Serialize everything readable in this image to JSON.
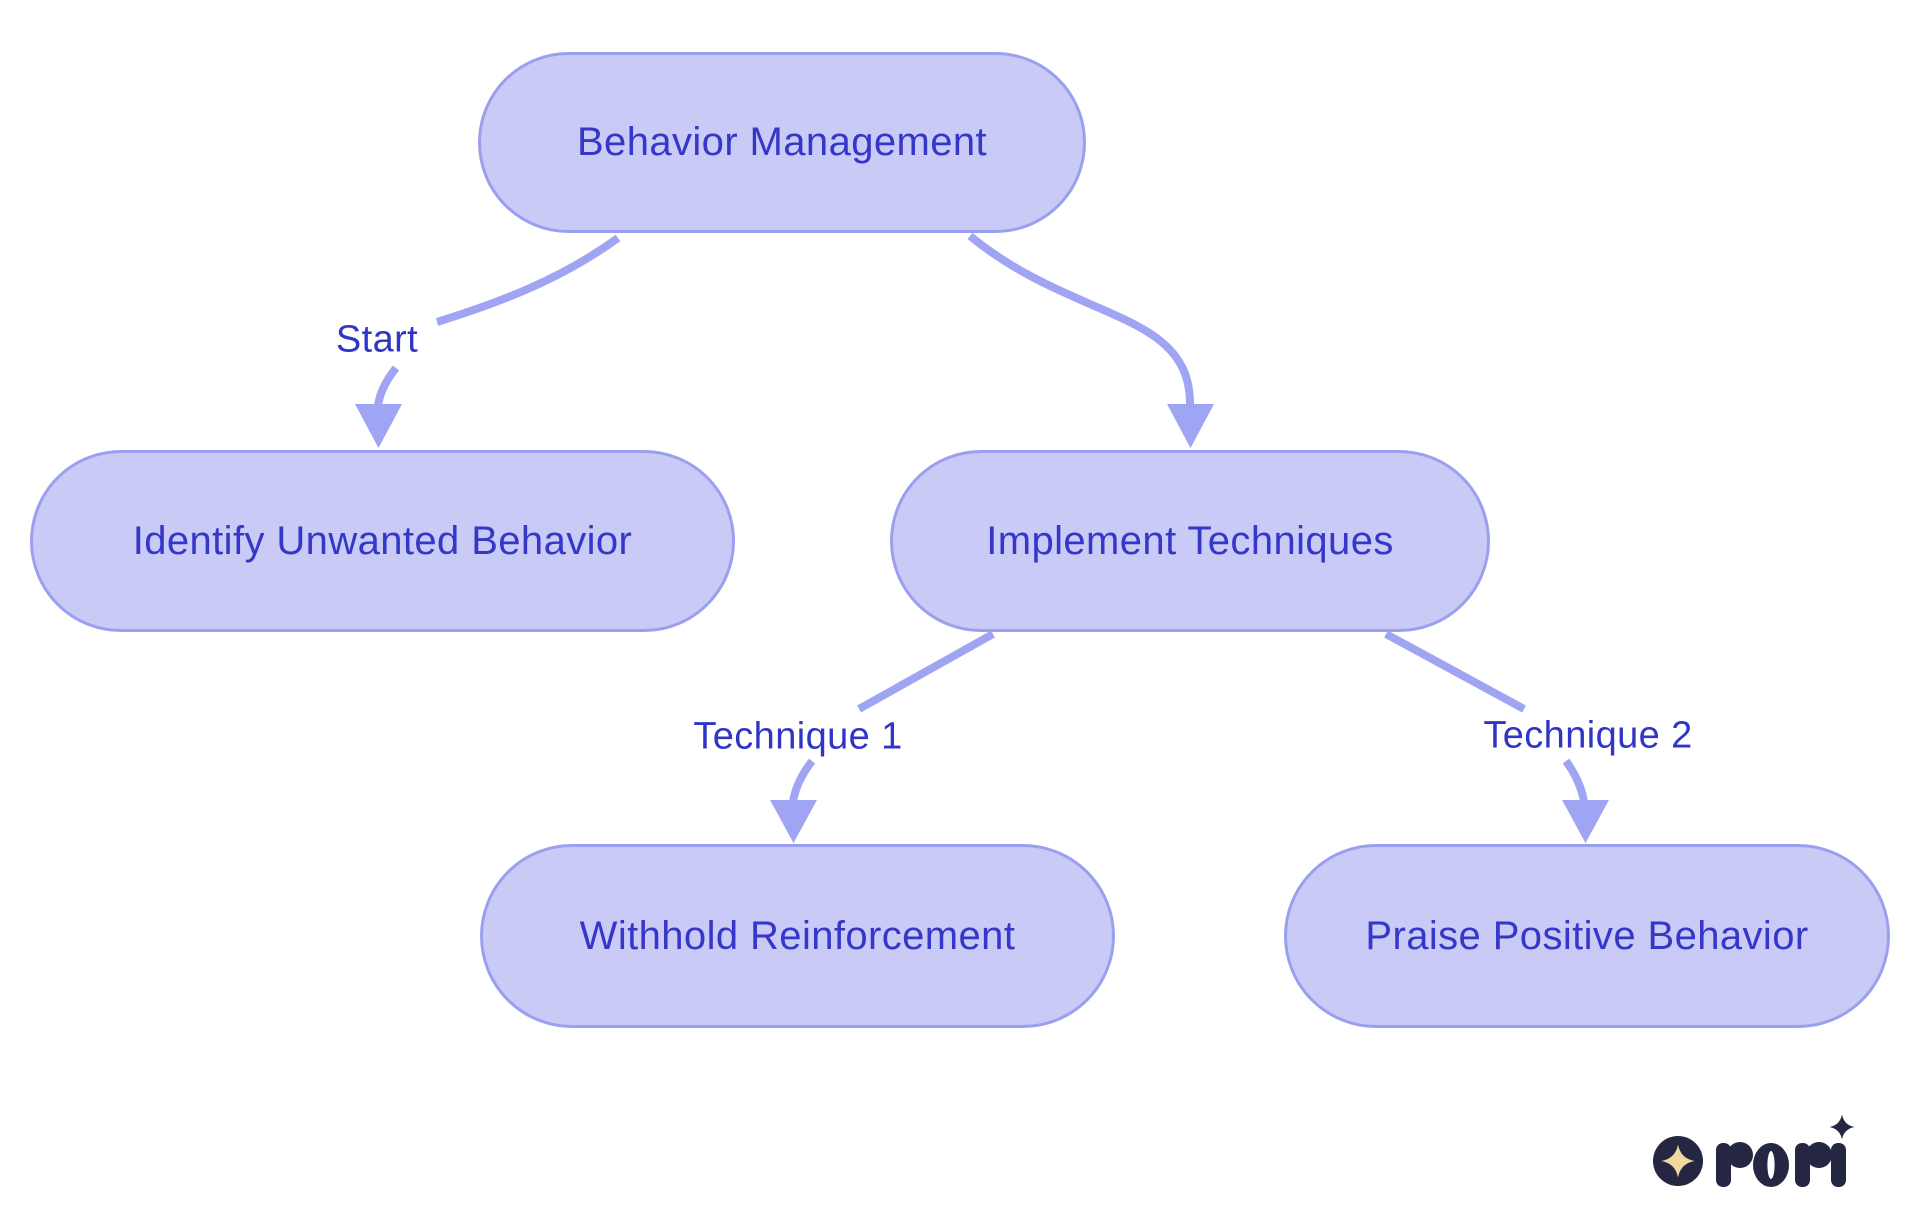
{
  "diagram": {
    "type": "flowchart",
    "nodes": [
      {
        "id": "behavior-management",
        "label": "Behavior Management"
      },
      {
        "id": "identify-unwanted-behavior",
        "label": "Identify Unwanted Behavior"
      },
      {
        "id": "implement-techniques",
        "label": "Implement Techniques"
      },
      {
        "id": "withhold-reinforcement",
        "label": "Withhold Reinforcement"
      },
      {
        "id": "praise-positive-behavior",
        "label": "Praise Positive Behavior"
      }
    ],
    "edges": [
      {
        "from": "Behavior Management",
        "to": "Identify Unwanted Behavior",
        "label": "Start"
      },
      {
        "from": "Behavior Management",
        "to": "Implement Techniques",
        "label": ""
      },
      {
        "from": "Implement Techniques",
        "to": "Withhold Reinforcement",
        "label": "Technique 1"
      },
      {
        "from": "Implement Techniques",
        "to": "Praise Positive Behavior",
        "label": "Technique 2"
      }
    ],
    "colors": {
      "node_fill": "#C9CAF6",
      "node_border": "#9AA0EF",
      "node_text": "#3437C8",
      "edge_stroke": "#9FA5F2",
      "edge_label_text": "#2F36C7",
      "background": "#FFFFFF"
    }
  },
  "branding": {
    "logo_text": "rori",
    "logo_navy": "#252641",
    "logo_gold": "#F0D8A1"
  }
}
